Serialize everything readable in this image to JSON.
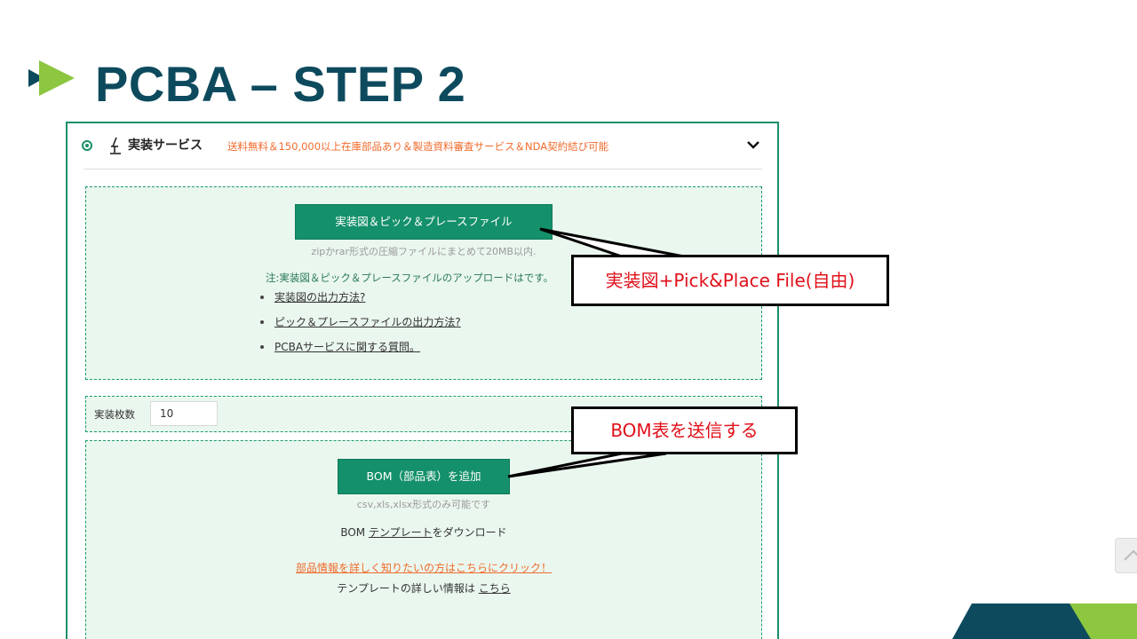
{
  "slide": {
    "title": "PCBA – STEP 2"
  },
  "service": {
    "name": "実装サービス",
    "note": "送料無料＆150,000以上在庫部品あり＆製造資料審査サービス＆NDA契約結び可能"
  },
  "upload": {
    "button_label": "実装図＆ピック＆プレースファイル",
    "hint": "zipかrar形式の圧縮ファイルにまとめて20MB以内.",
    "note": "注:実装図＆ピック＆プレースファイルのアップロードはです。",
    "help_links": [
      "実装図の出力方法?",
      "ピック＆プレースファイルの出力方法?",
      "PCBAサービスに関する質問。"
    ]
  },
  "quantity": {
    "label": "実装枚数",
    "value": "10"
  },
  "bom": {
    "button_label": "BOM（部品表）を追加",
    "hint": "csv,xls,xlsx形式のみ可能です",
    "template_prefix": "BOM",
    "template_link": "テンプレート",
    "template_suffix": "をダウンロード",
    "detail_link": "部品情報を詳しく知りたいの方はこちらにクリック！",
    "tpl_info_prefix": "テンプレートの詳しい情報は",
    "tpl_info_link": "こちら"
  },
  "callouts": {
    "upload": "実装図+Pick&Place File(自由)",
    "bom": "BOM表を送信する"
  },
  "icons": {
    "title_mark": "double-arrow-icon",
    "service": "soldering-icon",
    "collapse": "chevron-down-icon",
    "scroll_top": "chevron-up-icon"
  },
  "colors": {
    "title": "#0d4a5e",
    "accent_green": "#14906b",
    "lime": "#8dc63f",
    "note_orange": "#f06b2d",
    "callout_text": "#e0101a"
  }
}
